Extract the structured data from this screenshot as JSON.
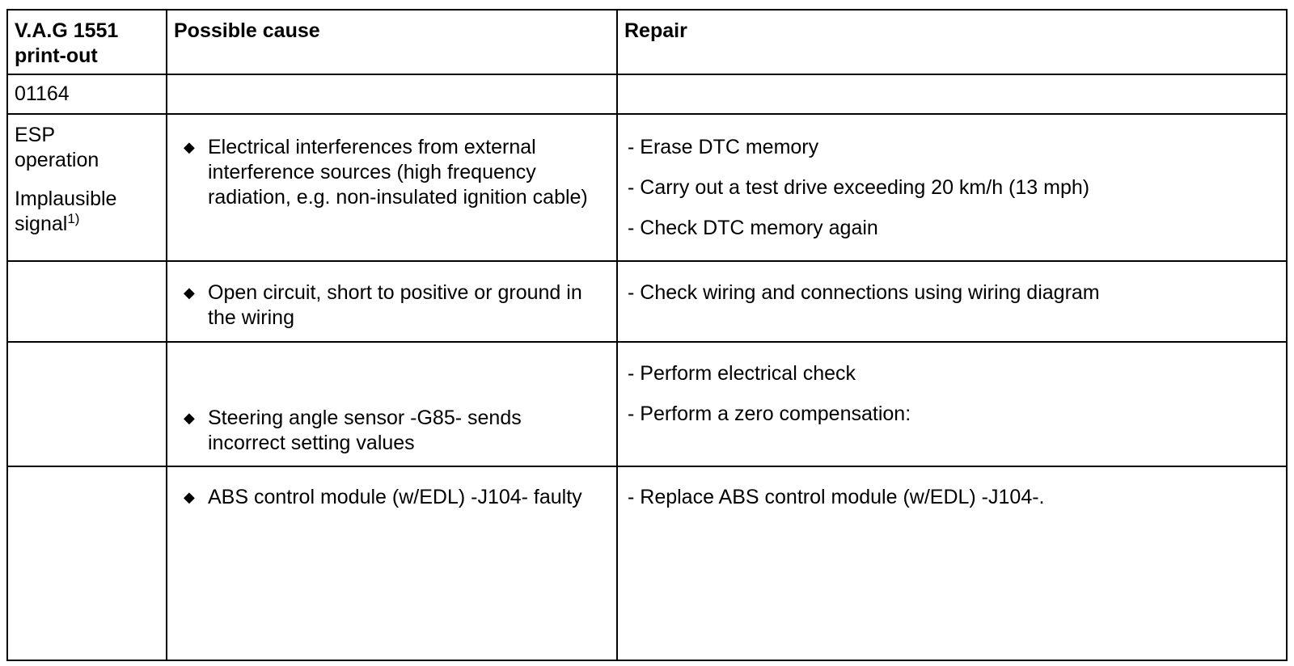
{
  "header": {
    "col1": "V.A.G 1551 print-out",
    "col2": "Possible cause",
    "col3": "Repair"
  },
  "code_row": {
    "code": "01164"
  },
  "fault": {
    "component": "ESP operation",
    "type": "Implausible signal",
    "footnote_mark": "1)"
  },
  "causes": [
    {
      "cause": "Electrical interferences from external interference sources (high frequency radiation, e.g. non-insulated ignition cable)",
      "repairs": [
        "- Erase DTC memory",
        "- Carry out a test drive exceeding 20 km/h (13 mph)",
        "- Check DTC memory again"
      ]
    },
    {
      "cause": "Open circuit, short to positive or ground in the wiring",
      "repairs": [
        "- Check wiring and connections using wiring diagram"
      ]
    },
    {
      "cause": "Steering angle sensor -G85- sends incorrect setting values",
      "repairs": [
        "- Perform electrical check",
        "- Perform a zero compensation:"
      ]
    },
    {
      "cause": "ABS control module (w/EDL) -J104- faulty",
      "repairs": [
        "- Replace ABS control module (w/EDL) -J104-."
      ]
    }
  ],
  "bullet_icon": "diamond-bullet-icon"
}
